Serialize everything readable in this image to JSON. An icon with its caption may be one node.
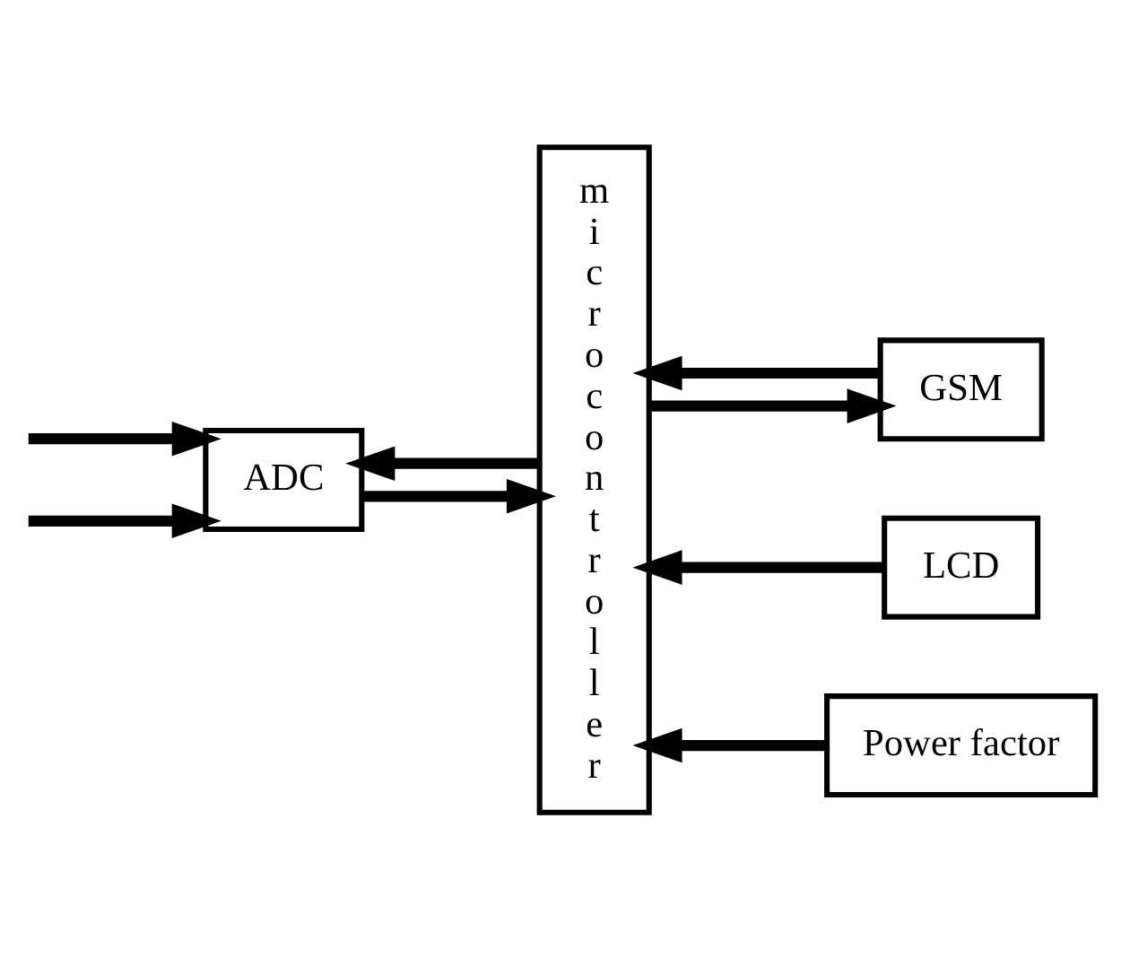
{
  "diagram": {
    "nodes": [
      {
        "text": [
          "ADC"
        ]
      },
      {
        "text": [
          "microcontroller"
        ]
      },
      {
        "text": [
          "GSM"
        ]
      },
      {
        "text": [
          "LCD"
        ]
      },
      {
        "text": [
          "Power factor"
        ]
      }
    ],
    "edges": [
      {
        "from": null,
        "to": 0,
        "arrow": "to"
      },
      {
        "from": null,
        "to": 0,
        "arrow": "to"
      },
      {
        "from": 0,
        "to": 1,
        "arrow": "to"
      },
      {
        "from": 1,
        "to": 0,
        "arrow": "to"
      },
      {
        "from": 1,
        "to": 2,
        "arrow": "to"
      },
      {
        "from": 2,
        "to": 1,
        "arrow": "to"
      },
      {
        "from": 3,
        "to": 1,
        "arrow": "to"
      },
      {
        "from": 4,
        "to": 1,
        "arrow": "to"
      }
    ]
  }
}
